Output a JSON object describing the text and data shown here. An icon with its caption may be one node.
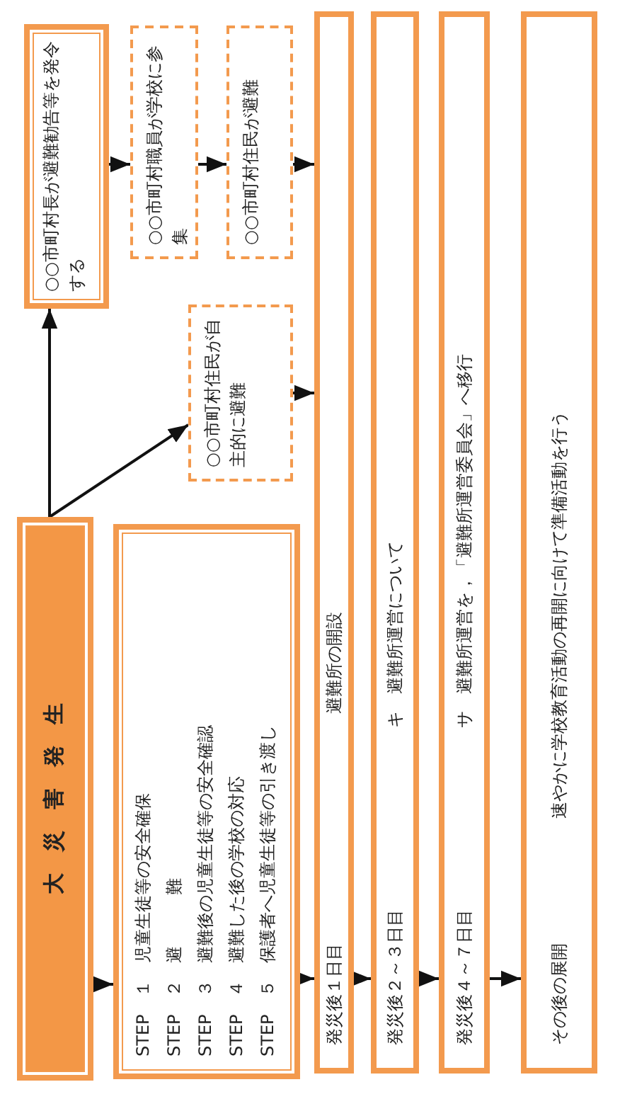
{
  "diagram": {
    "nodes": [
      {
        "text": [
          "大　災　害　発　生"
        ]
      },
      {
        "text": [
          "STEP　１　児童生徒等の安全確保",
          "STEP　２　避　　　難",
          "STEP　３　避難後の児童生徒等の安全確認",
          "STEP　４　避難した後の学校の対応",
          "STEP　５　保護者へ児童生徒等の引き渡し"
        ]
      },
      {
        "text": [
          "○○市町村長が避難勧告等を発令する"
        ]
      },
      {
        "text": [
          "○○市町村職員が学校に参集"
        ]
      },
      {
        "text": [
          "○○市町村住民が避難"
        ]
      },
      {
        "text": [
          "○○市町村住民が自主的に避難"
        ]
      },
      {
        "text": [
          "発災後１日目",
          "避難所の開設"
        ]
      },
      {
        "text": [
          "発災後２～３日目",
          "キ　避難所運営について"
        ]
      },
      {
        "text": [
          "発災後４～７日目",
          "サ　避難所運営を，「避難所運営委員会」へ移行"
        ]
      },
      {
        "text": [
          "その後の展開",
          "速やかに学校教育活動の再開に向けて準備活動を行う"
        ]
      }
    ],
    "edges": [
      {
        "from": 0,
        "to": 1,
        "arrow": "to"
      },
      {
        "from": 1,
        "to": 6,
        "arrow": "to"
      },
      {
        "from": 6,
        "to": 7,
        "arrow": "to"
      },
      {
        "from": 7,
        "to": 8,
        "arrow": "to"
      },
      {
        "from": 8,
        "to": 9,
        "arrow": "to"
      },
      {
        "from": 0,
        "to": 2,
        "arrow": "to"
      },
      {
        "from": 0,
        "to": 5,
        "arrow": "to"
      },
      {
        "from": 2,
        "to": 3,
        "arrow": "to"
      },
      {
        "from": 3,
        "to": 4,
        "arrow": "to"
      },
      {
        "from": 4,
        "to": 6,
        "arrow": "to"
      },
      {
        "from": 5,
        "to": 6,
        "arrow": "to"
      }
    ]
  }
}
